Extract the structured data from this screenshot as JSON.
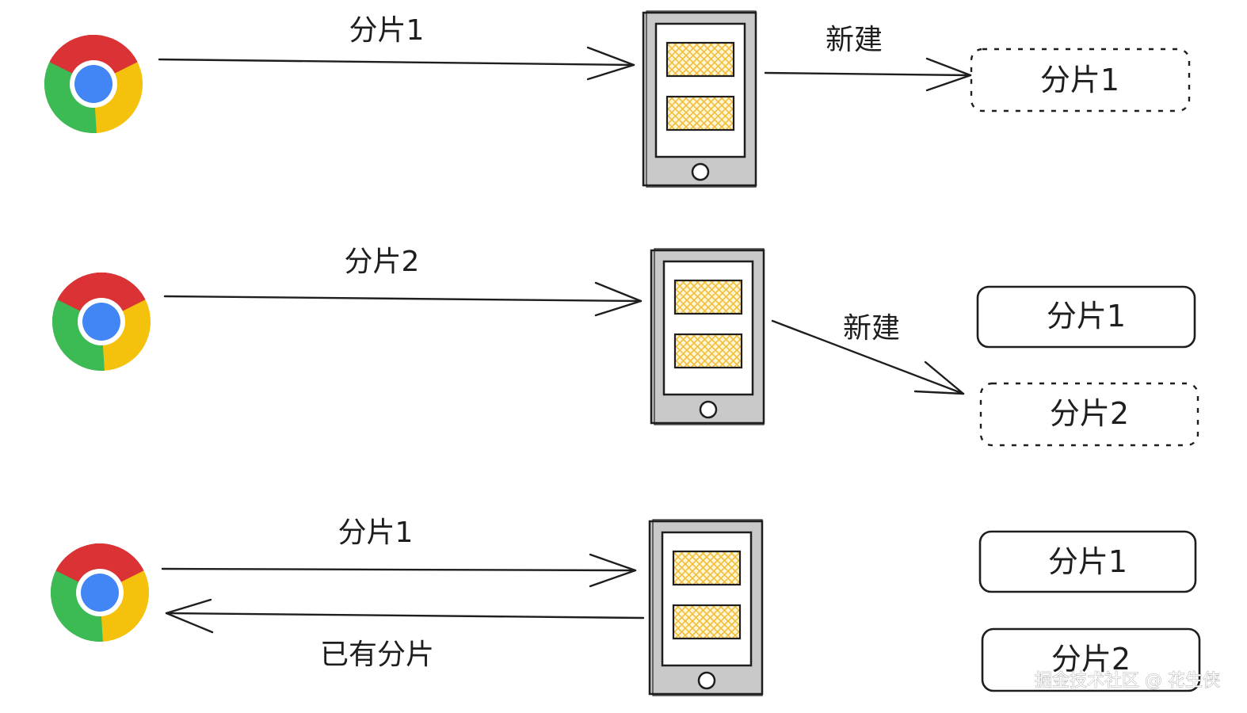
{
  "rows": [
    {
      "request_label": "分片1",
      "action_label": "新建",
      "storage": [
        {
          "label": "分片1",
          "state": "new"
        }
      ]
    },
    {
      "request_label": "分片2",
      "action_label": "新建",
      "storage": [
        {
          "label": "分片1",
          "state": "existing"
        },
        {
          "label": "分片2",
          "state": "new"
        }
      ]
    },
    {
      "request_label": "分片1",
      "response_label": "已有分片",
      "storage": [
        {
          "label": "分片1",
          "state": "existing"
        },
        {
          "label": "分片2",
          "state": "existing"
        }
      ]
    }
  ],
  "icons": {
    "client": "chrome-browser-icon",
    "server": "server-device-icon"
  },
  "colors": {
    "chrome_red": "#db3236",
    "chrome_yellow": "#f4c20d",
    "chrome_green": "#3cba54",
    "chrome_blue": "#4285f4",
    "hatch": "#f4c542",
    "device_body": "#c8c8c8"
  },
  "watermark": "掘金技术社区 @ 花生侠"
}
